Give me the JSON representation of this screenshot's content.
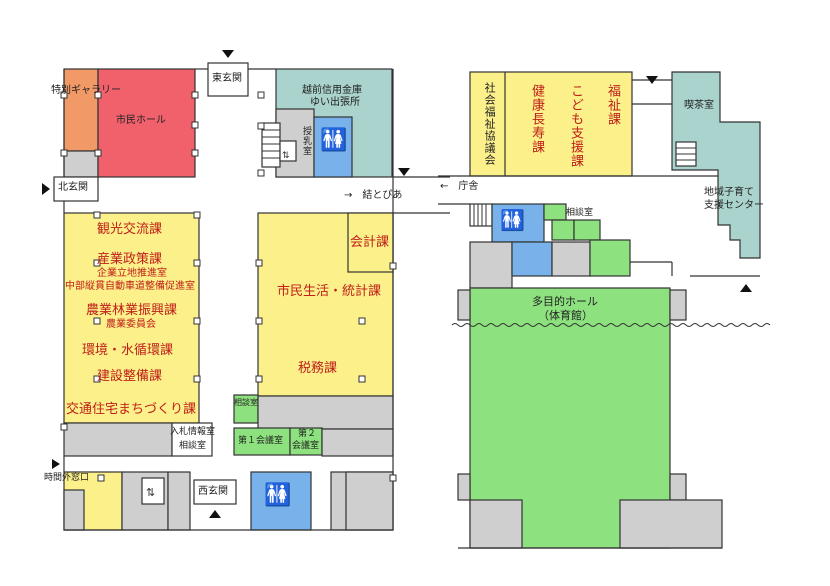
{
  "colors": {
    "office": "#fbf08a",
    "hall": "#f0616b",
    "gallery": "#f29a67",
    "corridor": "#cfcfcf",
    "meeting": "#8de27f",
    "toilet": "#79b2ea",
    "teal": "#a9d3cc",
    "outline": "#333333"
  },
  "left_floor": {
    "gallery": "特別ギャラリー",
    "civic_hall": "市民ホール",
    "east_entrance": "東玄関",
    "north_entrance": "北玄関",
    "west_entrance": "西玄関",
    "bank_line1": "越前信用金庫",
    "bank_line2": "ゆい出張所",
    "nursing_room": "授乳室",
    "to_musubi": "→　結とぴあ",
    "tourism": "観光交流課",
    "industry_policy": "産業政策課",
    "site_promotion": "企業立地推進室",
    "expressway": "中部縦貫自動車道整備促進室",
    "agriculture": "農業林業振興課",
    "agri_committee": "農業委員会",
    "environment": "環境・水循環課",
    "construction": "建設整備課",
    "urban_planning": "交通住宅まちづくり課",
    "accounting": "会計課",
    "civic_life": "市民生活・統計課",
    "tax": "税務課",
    "consult_room_a": "相談室",
    "bid_info_room": "入札情報室",
    "consult_room_b": "相談室",
    "meeting_room_1": "第１会議室",
    "meeting_room_2_line1": "第２",
    "meeting_room_2_line2": "会議室",
    "after_hours_window": "時間外窓口"
  },
  "right_floor": {
    "social_welfare": "社会福祉協議会",
    "health": "健康長寿課",
    "child_support": "こども支援課",
    "welfare": "福祉課",
    "cafe": "喫茶室",
    "to_government": "←　庁舎",
    "consult_room": "相談室",
    "childcare_center_line1": "地域子育て",
    "childcare_center_line2": "支援センター",
    "multipurpose_hall_line1": "多目的ホール",
    "multipurpose_hall_line2": "（体育館）"
  }
}
